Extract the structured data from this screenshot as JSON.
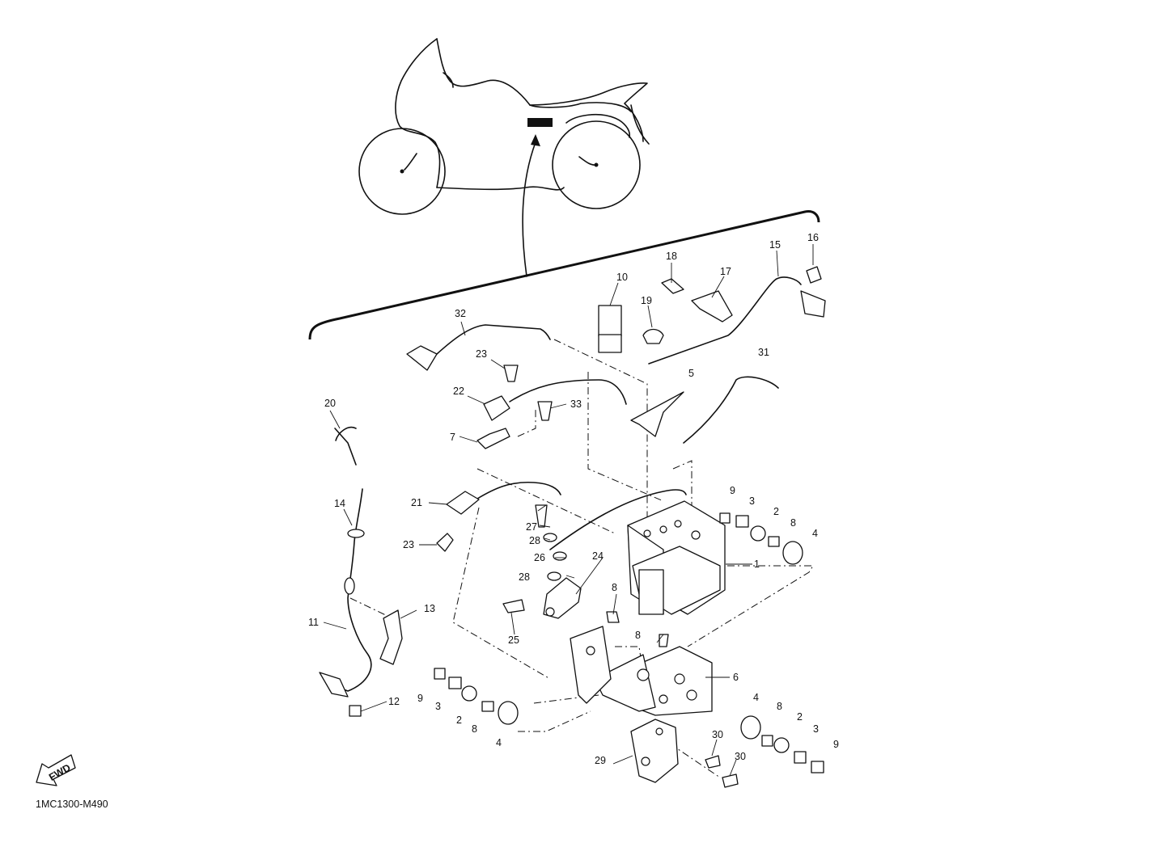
{
  "diagram": {
    "code": "1MC1300-M490",
    "fwd_label": "FWD",
    "parts": [
      {
        "id": "1",
        "label": "1"
      },
      {
        "id": "2a",
        "label": "2"
      },
      {
        "id": "2b",
        "label": "2"
      },
      {
        "id": "2c",
        "label": "2"
      },
      {
        "id": "3a",
        "label": "3"
      },
      {
        "id": "3b",
        "label": "3"
      },
      {
        "id": "3c",
        "label": "3"
      },
      {
        "id": "4a",
        "label": "4"
      },
      {
        "id": "4b",
        "label": "4"
      },
      {
        "id": "4c",
        "label": "4"
      },
      {
        "id": "5",
        "label": "5"
      },
      {
        "id": "6",
        "label": "6"
      },
      {
        "id": "7",
        "label": "7"
      },
      {
        "id": "8a",
        "label": "8"
      },
      {
        "id": "8b",
        "label": "8"
      },
      {
        "id": "8c",
        "label": "8"
      },
      {
        "id": "8d",
        "label": "8"
      },
      {
        "id": "8e",
        "label": "8"
      },
      {
        "id": "9a",
        "label": "9"
      },
      {
        "id": "9b",
        "label": "9"
      },
      {
        "id": "9c",
        "label": "9"
      },
      {
        "id": "10",
        "label": "10"
      },
      {
        "id": "11",
        "label": "11"
      },
      {
        "id": "12",
        "label": "12"
      },
      {
        "id": "13",
        "label": "13"
      },
      {
        "id": "14",
        "label": "14"
      },
      {
        "id": "15",
        "label": "15"
      },
      {
        "id": "16",
        "label": "16"
      },
      {
        "id": "17",
        "label": "17"
      },
      {
        "id": "18",
        "label": "18"
      },
      {
        "id": "19",
        "label": "19"
      },
      {
        "id": "20",
        "label": "20"
      },
      {
        "id": "21",
        "label": "21"
      },
      {
        "id": "22",
        "label": "22"
      },
      {
        "id": "23a",
        "label": "23"
      },
      {
        "id": "23b",
        "label": "23"
      },
      {
        "id": "24",
        "label": "24"
      },
      {
        "id": "25",
        "label": "25"
      },
      {
        "id": "26",
        "label": "26"
      },
      {
        "id": "27",
        "label": "27"
      },
      {
        "id": "28a",
        "label": "28"
      },
      {
        "id": "28b",
        "label": "28"
      },
      {
        "id": "29",
        "label": "29"
      },
      {
        "id": "30a",
        "label": "30"
      },
      {
        "id": "30b",
        "label": "30"
      },
      {
        "id": "31",
        "label": "31"
      },
      {
        "id": "32",
        "label": "32"
      },
      {
        "id": "33",
        "label": "33"
      }
    ]
  }
}
